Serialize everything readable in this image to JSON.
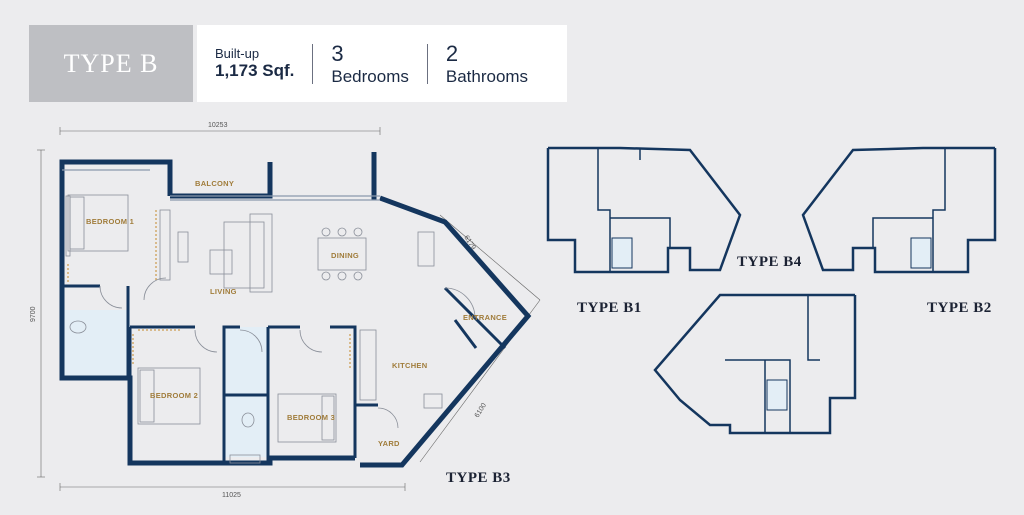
{
  "header": {
    "type_title": "TYPE B",
    "builtup_label": "Built-up",
    "builtup_value": "1,173 Sqf.",
    "bedrooms_count": "3",
    "bedrooms_label": "Bedrooms",
    "bathrooms_count": "2",
    "bathrooms_label": "Bathrooms"
  },
  "dimensions": {
    "top": "10253",
    "left": "9700",
    "bottom": "11025",
    "diag_upper": "6179",
    "diag_lower": "6100"
  },
  "rooms": {
    "bedroom1": "BEDROOM 1",
    "balcony": "BALCONY",
    "living": "LIVING",
    "dining": "DINING",
    "entrance": "ENTRANCE",
    "kitchen": "KITCHEN",
    "bedroom2": "BEDROOM 2",
    "bedroom3": "BEDROOM 3",
    "yard": "YARD"
  },
  "variants": {
    "b1": "TYPE B1",
    "b2": "TYPE B2",
    "b3": "TYPE B3",
    "b4": "TYPE B4"
  },
  "colors": {
    "wall": "#14365e",
    "background": "#ececee",
    "room_label": "#a07c3a",
    "wet_area": "#e3eef6"
  }
}
